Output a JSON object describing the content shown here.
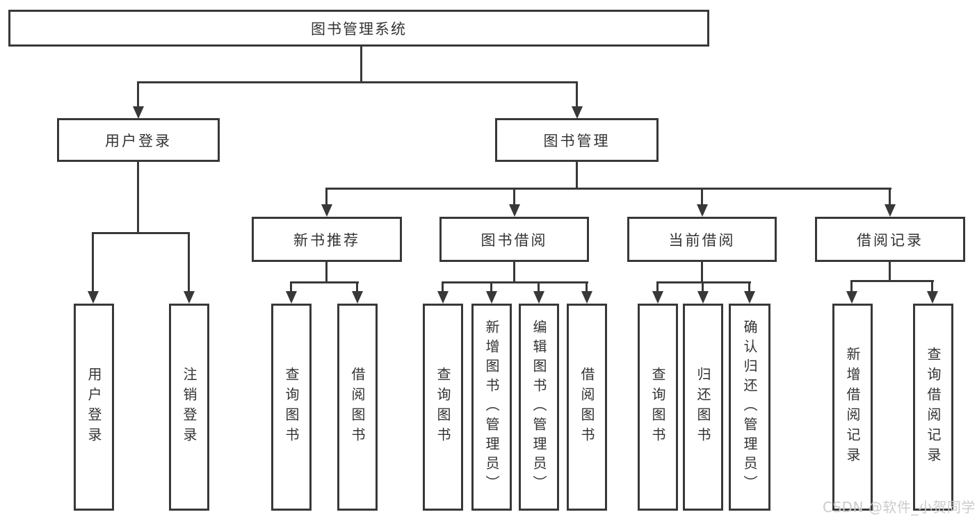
{
  "diagram": {
    "watermark": "CSDN @软件_小贺同学",
    "colors": {
      "line": "#383838",
      "text": "#333333",
      "box_background": "#ffffff",
      "watermark": "#cbcbcb",
      "background": "#ffffff"
    },
    "nodes": {
      "root": {
        "label": "图书管理系统"
      },
      "level2": [
        {
          "label": "用户登录"
        },
        {
          "label": "图书管理"
        }
      ],
      "level3": [
        {
          "label": "新书推荐",
          "parent": "图书管理"
        },
        {
          "label": "图书借阅",
          "parent": "图书管理"
        },
        {
          "label": "当前借阅",
          "parent": "图书管理"
        },
        {
          "label": "借阅记录",
          "parent": "图书管理"
        }
      ],
      "leaves": [
        {
          "label": "用户登录",
          "parent": "用户登录"
        },
        {
          "label": "注销登录",
          "parent": "用户登录"
        },
        {
          "label": "查询图书",
          "parent": "新书推荐"
        },
        {
          "label": "借阅图书",
          "parent": "新书推荐"
        },
        {
          "label": "查询图书",
          "parent": "图书借阅"
        },
        {
          "label": "新增图书（管理员）",
          "parent": "图书借阅"
        },
        {
          "label": "编辑图书（管理员）",
          "parent": "图书借阅"
        },
        {
          "label": "借阅图书",
          "parent": "图书借阅"
        },
        {
          "label": "查询图书",
          "parent": "当前借阅"
        },
        {
          "label": "归还图书",
          "parent": "当前借阅"
        },
        {
          "label": "确认归还（管理员）",
          "parent": "当前借阅"
        },
        {
          "label": "新增借阅记录",
          "parent": "借阅记录"
        },
        {
          "label": "查询借阅记录",
          "parent": "借阅记录"
        }
      ]
    }
  }
}
